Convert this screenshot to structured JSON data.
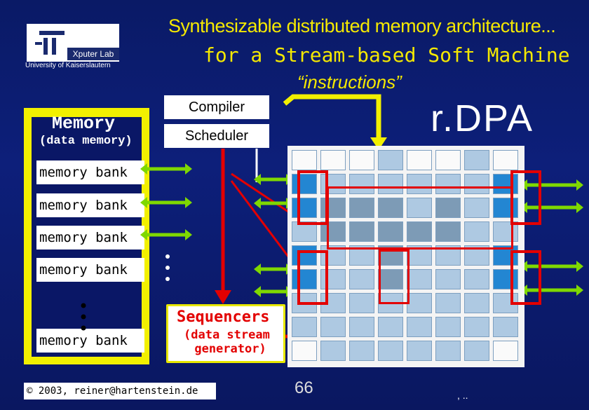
{
  "header": {
    "logo_text": "Xputer Lab",
    "university": "University of Kaiserslautern",
    "title_line1": "Synthesizable distributed memory architecture...",
    "title_line2": "for a Stream-based Soft Machine",
    "instructions_label": "“instructions”"
  },
  "memory": {
    "title": "Memory",
    "subtitle": "(data memory)",
    "banks": [
      "memory bank",
      "memory bank",
      "memory bank",
      "memory bank",
      "memory bank"
    ],
    "ellipsis": ":"
  },
  "tools": {
    "compiler_label": "Compiler",
    "scheduler_label": "Scheduler"
  },
  "sequencer": {
    "title": "Sequencers",
    "subtitle": "(data stream\n generator)"
  },
  "array": {
    "label": "r.DPA"
  },
  "footer": {
    "copyright": "© 2003, reiner@hartenstein.de",
    "page_number": "66",
    "trailing_marks": ", .."
  },
  "colors": {
    "background": "#0d1f7a",
    "title_yellow": "#f5e900",
    "sequencer_red": "#e30000",
    "arrow_green": "#7fd800",
    "cell_blue": "#aec9e2"
  }
}
